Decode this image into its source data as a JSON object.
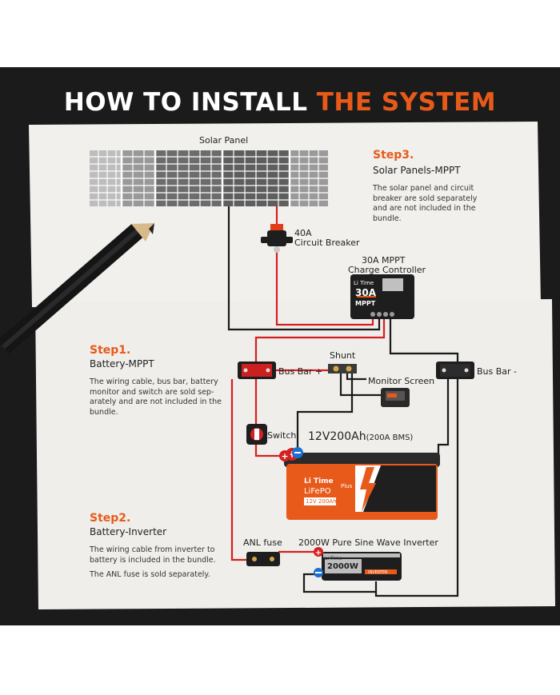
{
  "title": {
    "part1": "HOW TO INSTALL ",
    "part2": "THE SYSTEM"
  },
  "labels": {
    "solar_panel": "Solar Panel",
    "breaker_rating": "40A",
    "breaker_name": "Circuit Breaker",
    "controller_rating": "30A MPPT",
    "controller_name": "Charge Controller",
    "bus_bar_pos": "Bus Bar +",
    "bus_bar_neg": "Bus Bar -",
    "shunt": "Shunt",
    "monitor": "Monitor Screen",
    "switch": "Switch",
    "battery_main": "12V200Ah",
    "battery_bms": "(200A BMS)",
    "anl_fuse": "ANL fuse",
    "inverter": "2000W Pure Sine Wave Inverter"
  },
  "device_text": {
    "controller_display": "30A",
    "controller_model": "MPPT",
    "brand": "Li Time",
    "battery_chem": "LiFePO",
    "battery_plus": "Plus",
    "battery_spec": "12V  200Ah",
    "inverter_display": "2000W",
    "inverter_type": "INVERTER"
  },
  "steps": [
    {
      "title": "Step1.",
      "subtitle": "Battery-MPPT",
      "notes": [
        "The wiring cable, bus bar, battery",
        "monitor and switch are sold sep-",
        "arately and are not included in the",
        "bundle."
      ]
    },
    {
      "title": "Step2.",
      "subtitle": "Battery-Inverter",
      "notes": [
        "The wiring cable from inverter to",
        "battery is included in the bundle.",
        "",
        "The ANL fuse is sold separately."
      ]
    },
    {
      "title": "Step3.",
      "subtitle": "Solar Panels-MPPT",
      "notes": [
        "The solar panel and circuit",
        "breaker are sold separately",
        "and are not included in the",
        "bundle."
      ]
    }
  ],
  "colors": {
    "accent": "#e85a1a",
    "wire_pos": "#d42020",
    "wire_neg": "#1a1a1a",
    "background": "#1b1b1b",
    "paper": "#f1f0ed"
  }
}
